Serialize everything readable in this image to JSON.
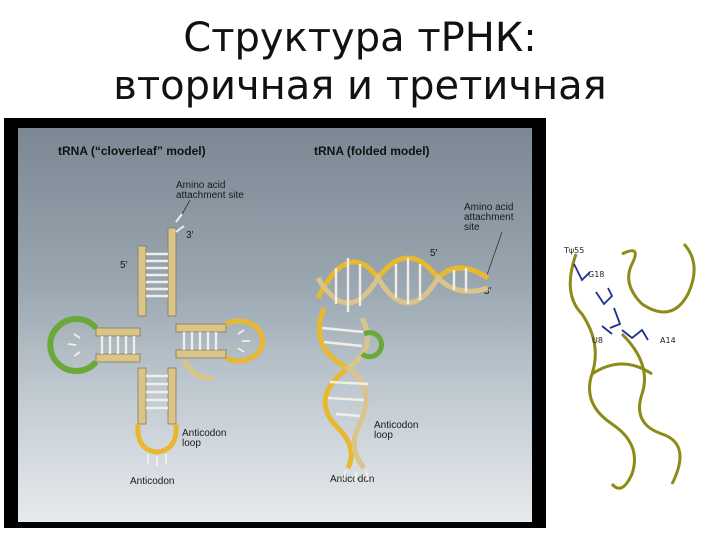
{
  "title": {
    "line1": "Структура тРНК:",
    "line2": "вторичная и третичная"
  },
  "figure": {
    "cloverleaf_header": "tRNA (“cloverleaf” model)",
    "folded_header": "tRNA (folded model)",
    "amino_site_left_1": "Amino acid",
    "amino_site_left_2": "attachment site",
    "three_prime_left": "3′",
    "five_prime_left": "5′",
    "anticodon_loop_left_1": "Anticodon",
    "anticodon_loop_left_2": "loop",
    "anticodon_left": "Anticodon",
    "amino_site_right_1": "Amino acid",
    "amino_site_right_2": "attachment",
    "amino_site_right_3": "site",
    "five_prime_right": "5′",
    "three_prime_right": "3′",
    "anticodon_loop_right_1": "Anticodon",
    "anticodon_loop_right_2": "loop",
    "anticodon_right": "Anticodon"
  },
  "tertiary": {
    "label_t": "Tψ55",
    "label_g": "G18",
    "label_a": "A14",
    "label_8": "U8"
  },
  "colors": {
    "strand": "#d9c48a",
    "strand_edge": "#8a7a52",
    "loop_accent": "#e8b830",
    "green_accent": "#6aa83a",
    "rungs": "#f0eee8",
    "tertiary_ribbon": "#8b8b16",
    "tertiary_bases": "#1f2f8f"
  }
}
